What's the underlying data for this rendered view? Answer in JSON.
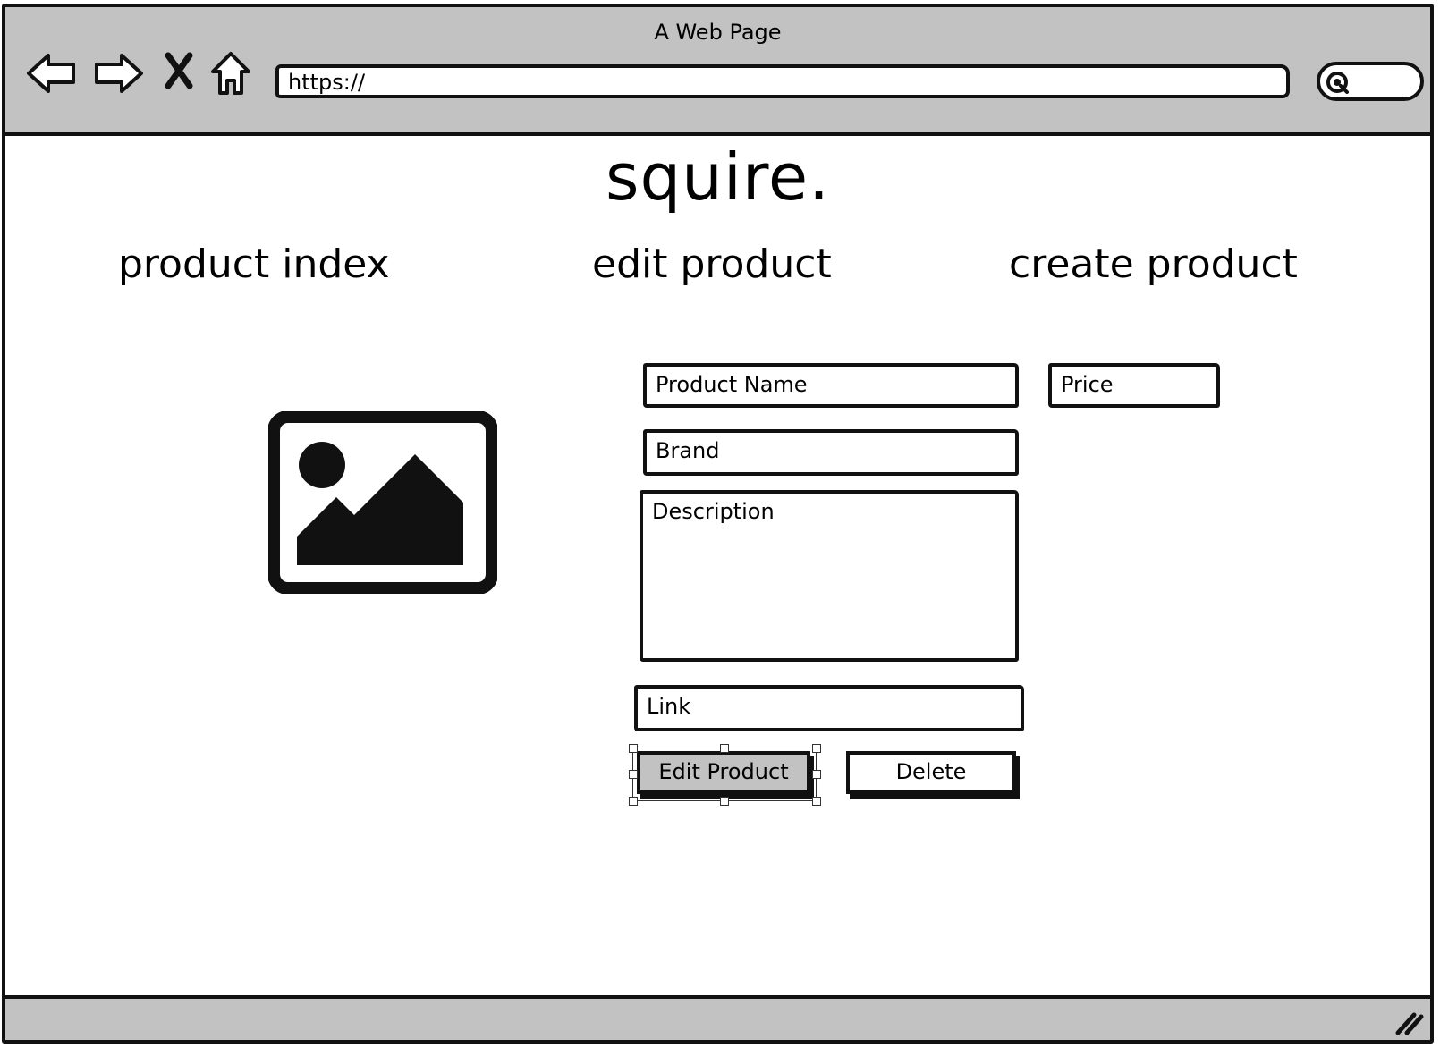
{
  "window": {
    "title": "A Web Page"
  },
  "toolbar": {
    "back_icon": "back-arrow-icon",
    "forward_icon": "forward-arrow-icon",
    "stop_icon": "close-icon",
    "home_icon": "home-icon",
    "url": "https://",
    "search_icon": "search-icon"
  },
  "brand": {
    "logo": "squire."
  },
  "sections": {
    "index": "product index",
    "edit": "edit product",
    "create": "create product"
  },
  "form": {
    "product_name": "Product Name",
    "brand": "Brand",
    "description": "Description",
    "link": "Link",
    "price": "Price"
  },
  "buttons": {
    "edit": "Edit Product",
    "delete": "Delete"
  },
  "colors": {
    "chrome": "#c2c2c2",
    "ink": "#111111",
    "background": "#ffffff"
  }
}
